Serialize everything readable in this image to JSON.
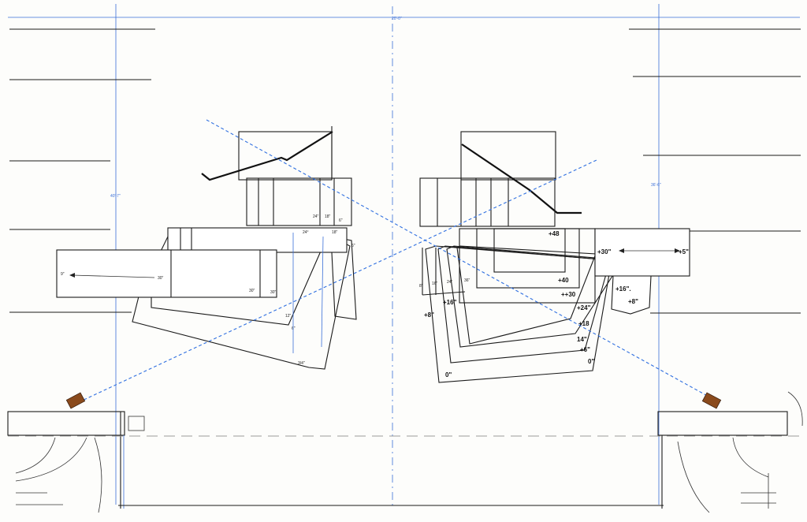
{
  "dimensions": {
    "top_center": "20'-0\"",
    "left_height": "40'-7\"",
    "right_height": "36'-6\""
  },
  "left_riser": {
    "labels": [
      "24\"",
      "18\"",
      "6\"",
      "24°",
      "18\"",
      "6\"",
      "30\"",
      "30\"",
      "30\"",
      "12\"",
      "6\"",
      "3/4\"",
      "9\""
    ],
    "arrow_label": "9\""
  },
  "right_riser": {
    "elevations": [
      "+48",
      "+40",
      "++30",
      "+24\"",
      "+18",
      "14\"",
      "+6\"",
      "0\"",
      "+30\"",
      "+5\"",
      "+16\".",
      "+8\"",
      "+16\"",
      "+8\"",
      "0\""
    ],
    "small_labels": [
      "8\"",
      "16\"",
      "24\"",
      "36\""
    ]
  },
  "colors": {
    "blue_guide": "#3a6fd8",
    "camera": "#8a4a1c",
    "ink": "#1a1a1a"
  },
  "icons": [
    "left-camera-icon",
    "right-camera-icon"
  ]
}
